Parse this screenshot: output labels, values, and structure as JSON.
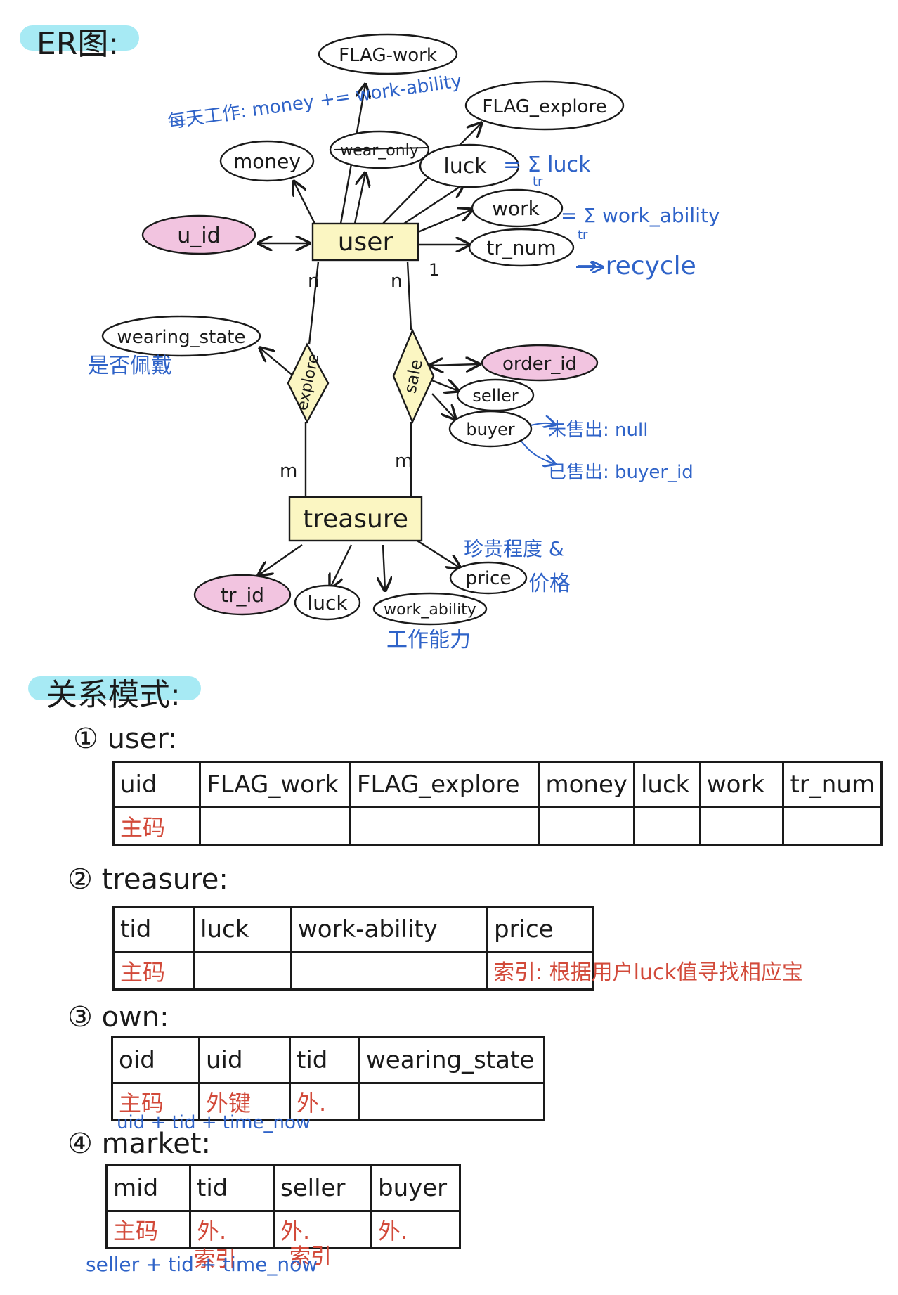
{
  "er_title": "ER图:",
  "er": {
    "entities": {
      "user": "user",
      "treasure": "treasure"
    },
    "relationships": {
      "explore": "explore",
      "sale": "sale"
    },
    "user_attrs": {
      "u_id": "u_id",
      "money": "money",
      "wear_only": "wear_only",
      "flag_work": "FLAG-work",
      "flag_explore": "FLAG_explore",
      "luck": "luck",
      "work": "work",
      "tr_num": "tr_num"
    },
    "explore_attrs": {
      "wearing_state": "wearing_state"
    },
    "sale_attrs": {
      "order_id": "order_id",
      "seller": "seller",
      "buyer": "buyer"
    },
    "treasure_attrs": {
      "tr_id": "tr_id",
      "luck": "luck",
      "work_ability": "work_ability",
      "price": "price"
    },
    "cardinality": {
      "user_explore": "n",
      "user_sale": "n",
      "one": "1",
      "treasure_explore": "m",
      "treasure_sale": "m"
    },
    "notes": {
      "daily_work": "每天工作: money += work-ability",
      "luck_sum": "= Σ luck",
      "luck_sum_sub": "tr",
      "work_sum": "= Σ work_ability",
      "work_sum_sub": "tr",
      "recycle": "→ recycle",
      "wearing": "是否佩戴",
      "unsold": "未售出: null",
      "sold": "已售出: buyer_id",
      "price_note": "珍贵程度 &",
      "price_note2": "价格",
      "work_ability_note": "工作能力"
    }
  },
  "relational_title": "关系模式:",
  "tables": {
    "user": {
      "label": "① user:",
      "columns": [
        "uid",
        "FLAG_work",
        "FLAG_explore",
        "money",
        "luck",
        "work",
        "tr_num"
      ],
      "notes": [
        "主码",
        "",
        "",
        "",
        "",
        "",
        ""
      ]
    },
    "treasure": {
      "label": "② treasure:",
      "columns": [
        "tid",
        "luck",
        "work-ability",
        "price"
      ],
      "notes": [
        "主码",
        "",
        "",
        ""
      ],
      "index_note": "索引: 根据用户luck值寻找相应宝"
    },
    "own": {
      "label": "③ own:",
      "columns": [
        "oid",
        "uid",
        "tid",
        "wearing_state"
      ],
      "notes": [
        "主码",
        "外键",
        "外.",
        ""
      ],
      "key_note": "uid + tid + time_now"
    },
    "market": {
      "label": "④ market:",
      "columns": [
        "mid",
        "tid",
        "seller",
        "buyer"
      ],
      "notes": [
        "主码",
        "外.",
        "外.",
        "外."
      ],
      "key_note": "seller + tid + time_now",
      "index_tid": "索引",
      "index_seller": "索引"
    }
  },
  "colors": {
    "highlight": "#9de8f3",
    "entity_fill": "#fbf6c2",
    "key_fill": "#f2c4e0",
    "relationship_fill": "#fbf6c2",
    "note_blue": "#2f63c8",
    "note_red": "#d24a3a",
    "ink": "#1a1a1a"
  }
}
